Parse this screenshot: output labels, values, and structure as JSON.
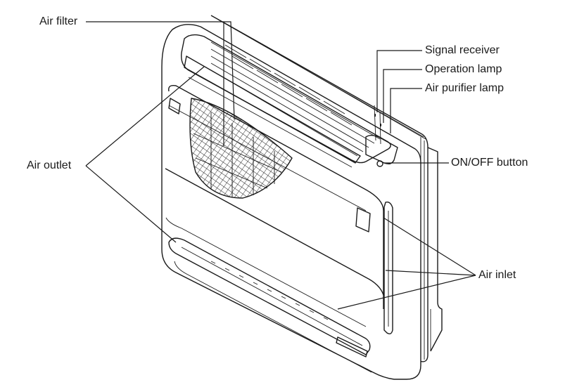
{
  "labels": {
    "air_filter": "Air filter",
    "air_outlet": "Air outlet",
    "signal_receiver": "Signal receiver",
    "operation_lamp": "Operation lamp",
    "air_purifier_lamp": "Air purifier lamp",
    "on_off_button": "ON/OFF button",
    "air_inlet": "Air inlet"
  },
  "colors": {
    "ink": "#1a1a1a",
    "background": "#ffffff"
  }
}
